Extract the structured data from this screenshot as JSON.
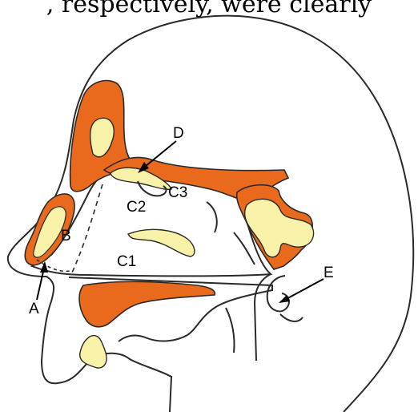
{
  "caption": ", respectively, were clearly",
  "labels": {
    "A": "A",
    "B": "B",
    "C1": "C1",
    "C2": "C2",
    "C3": "C3",
    "D": "D",
    "E": "E"
  },
  "colors": {
    "bone": "#ea6a1d",
    "sinus": "#f7f2a7",
    "outline": "#2a2a2a",
    "background": "#ffffff"
  }
}
